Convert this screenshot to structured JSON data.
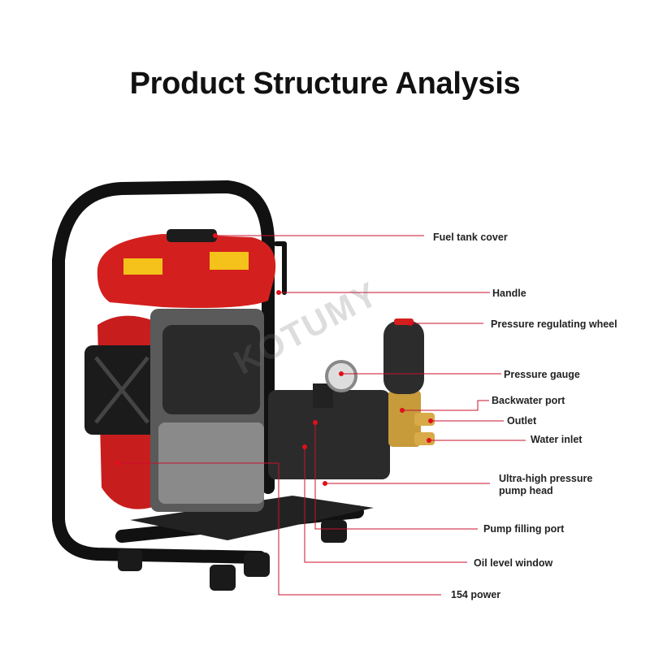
{
  "title": "Product Structure Analysis",
  "watermark": "KOTUMY",
  "accent_color": "#c8102e",
  "labels": {
    "fuel_tank_cover": "Fuel tank cover",
    "handle": "Handle",
    "pressure_regulating_wheel": "Pressure regulating wheel",
    "pressure_gauge": "Pressure gauge",
    "backwater_port": "Backwater port",
    "outlet": "Outlet",
    "water_inlet": "Water inlet",
    "pump_head_line1": "Ultra-high pressure",
    "pump_head_line2": "pump head",
    "pump_filling_port": "Pump filling port",
    "oil_level_window": "Oil level window",
    "power": "154 power"
  }
}
